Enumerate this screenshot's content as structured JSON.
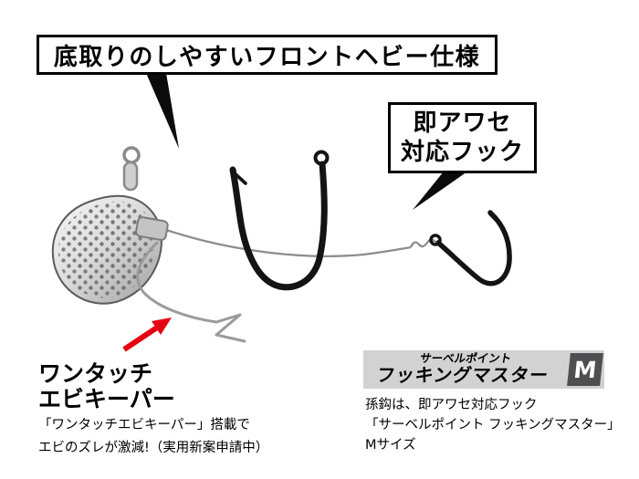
{
  "callout_top": {
    "text": "底取りのしやすいフロントヘビー仕様"
  },
  "callout_hook": {
    "line1": "即アワセ",
    "line2": "対応フック"
  },
  "keeper": {
    "title_line1": "ワンタッチ",
    "title_line2": "エビキーパー",
    "desc_line1": "「ワンタッチエビキーパー」搭載で",
    "desc_line2": "エビのズレが激減!（実用新案申請中）"
  },
  "hook_label": {
    "brand": "サーベルポイント",
    "product": "フッキングマスター",
    "size": "M"
  },
  "hook_note": {
    "line1": "孫鈎は、即アワセ対応フック",
    "line2": "「サーベルポイント フッキングマスター」",
    "line3": "Mサイズ"
  },
  "colors": {
    "arrow_red": "#e60012",
    "banner_bg": "#d2d2d3",
    "badge_bg": "#4f4f51",
    "badge_text": "#ffffff",
    "outline_black": "#0b0b0b"
  },
  "illustration": {
    "parts": [
      "sinker-head",
      "swivel",
      "line-fitting",
      "leader-line",
      "line-crimp",
      "main-hook",
      "assist-hook",
      "shrimp-keeper-wire",
      "red-arrow"
    ]
  }
}
